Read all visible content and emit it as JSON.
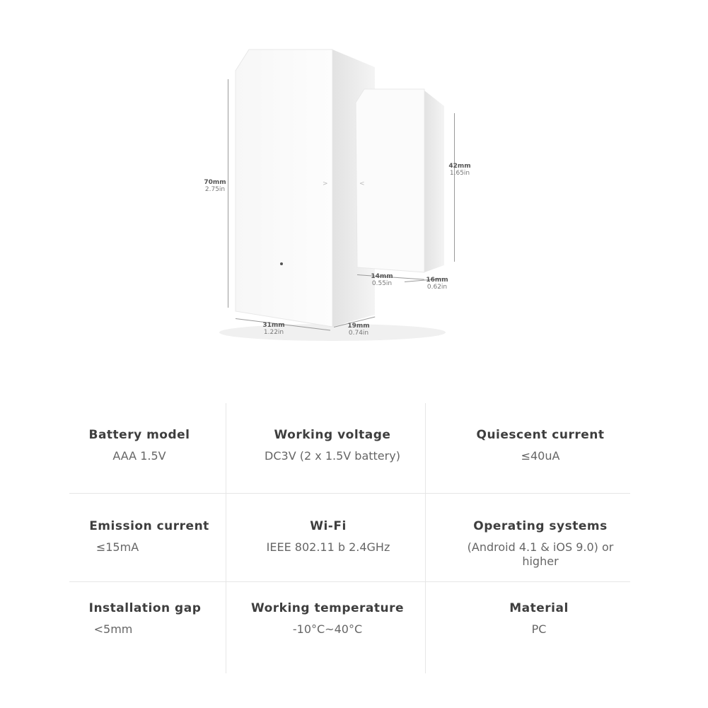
{
  "product_image": {
    "dimensions": [
      {
        "id": "height-main",
        "mm": "70mm",
        "in": "2.75in"
      },
      {
        "id": "height-magnet",
        "mm": "42mm",
        "in": "1.65in"
      },
      {
        "id": "width-main",
        "mm": "31mm",
        "in": "1.22in"
      },
      {
        "id": "depth-main",
        "mm": "19mm",
        "in": "0.74in"
      },
      {
        "id": "width-magnet",
        "mm": "14mm",
        "in": "0.55in"
      },
      {
        "id": "depth-magnet",
        "mm": "16mm",
        "in": "0.62in"
      }
    ]
  },
  "specs": [
    {
      "label": "Battery model",
      "value": "AAA 1.5V"
    },
    {
      "label": "Working voltage",
      "value": "DC3V (2 x 1.5V battery)"
    },
    {
      "label": "Quiescent current",
      "value": "≤40uA"
    },
    {
      "label": "Emission current",
      "value": "≤15mA"
    },
    {
      "label": "Wi-Fi",
      "value": "IEEE 802.11 b 2.4GHz"
    },
    {
      "label": "Operating systems",
      "value": "(Android 4.1 & iOS 9.0) or higher"
    },
    {
      "label": "Installation gap",
      "value": "<5mm"
    },
    {
      "label": "Working temperature",
      "value": "-10°C~40°C"
    },
    {
      "label": "Material",
      "value": "PC"
    }
  ]
}
